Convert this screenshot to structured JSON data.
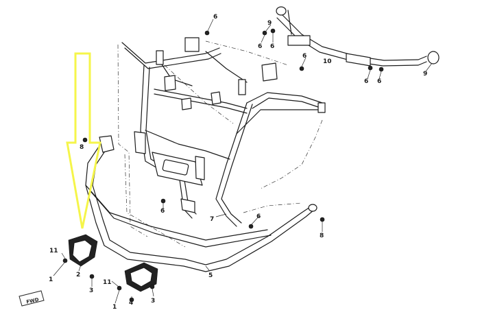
{
  "colors": {
    "line": "#1b1b1b",
    "highlight_arrow": "#f5f54a",
    "background": "#ffffff"
  },
  "callouts": [
    {
      "text": "6"
    },
    {
      "text": "9"
    },
    {
      "text": "6"
    },
    {
      "text": "6"
    },
    {
      "text": "10"
    },
    {
      "text": "9"
    },
    {
      "text": "6"
    },
    {
      "text": "6"
    },
    {
      "text": "6"
    },
    {
      "text": "8"
    },
    {
      "text": "6"
    },
    {
      "text": "7"
    },
    {
      "text": "6"
    },
    {
      "text": "8"
    },
    {
      "text": "11"
    },
    {
      "text": "1"
    },
    {
      "text": "2"
    },
    {
      "text": "3"
    },
    {
      "text": "11"
    },
    {
      "text": "1"
    },
    {
      "text": "4"
    },
    {
      "text": "3"
    },
    {
      "text": "5"
    }
  ],
  "fwd_badge": "FWD"
}
